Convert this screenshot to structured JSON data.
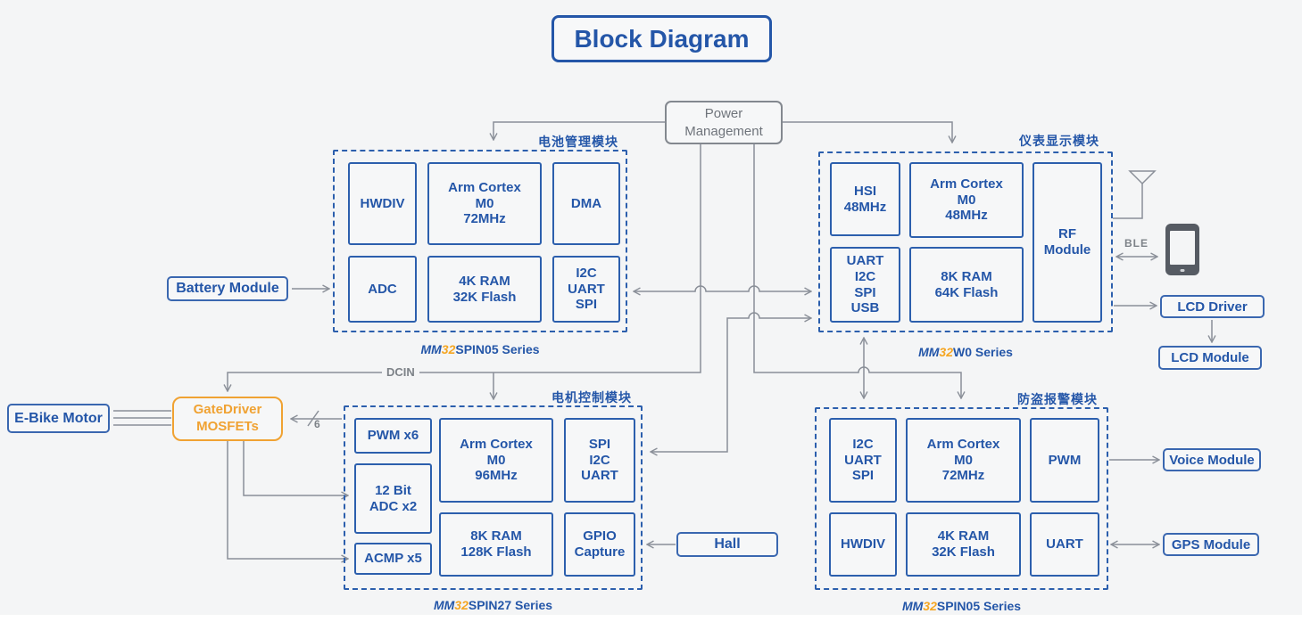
{
  "title": "Block Diagram",
  "power_management": {
    "label": "Power\nManagement"
  },
  "colors": {
    "accent_blue": "#2456a8",
    "accent_orange": "#f5a623",
    "line_gray": "#8a8f98"
  },
  "modules": {
    "battery": {
      "name_cn": "电池管理模块",
      "series": {
        "mm": "MM",
        "num": "32",
        "rest": "SPIN05 Series"
      },
      "cells": {
        "hwdiv": "HWDIV",
        "cortex": "Arm Cortex\nM0\n72MHz",
        "dma": "DMA",
        "adc": "ADC",
        "ram": "4K RAM\n32K Flash",
        "comm": "I2C\nUART\nSPI"
      }
    },
    "display": {
      "name_cn": "仪表显示模块",
      "series": {
        "mm": "MM",
        "num": "32",
        "rest": "W0 Series"
      },
      "cells": {
        "hsi": "HSI\n48MHz",
        "cortex": "Arm Cortex\nM0\n48MHz",
        "rf": "RF\nModule",
        "comm": "UART\nI2C\nSPI\nUSB",
        "ram": "8K RAM\n64K Flash"
      }
    },
    "motor": {
      "name_cn": "电机控制模块",
      "series": {
        "mm": "MM",
        "num": "32",
        "rest": "SPIN27 Series"
      },
      "cells": {
        "pwm": "PWM x6",
        "adc": "12 Bit\nADC x2",
        "acmp": "ACMP x5",
        "cortex": "Arm Cortex\nM0\n96MHz",
        "ram": "8K RAM\n128K Flash",
        "comm": "SPI\nI2C\nUART",
        "gpio": "GPIO\nCapture"
      }
    },
    "alarm": {
      "name_cn": "防盗报警模块",
      "series": {
        "mm": "MM",
        "num": "32",
        "rest": "SPIN05 Series"
      },
      "cells": {
        "comm": "I2C\nUART\nSPI",
        "cortex": "Arm Cortex\nM0\n72MHz",
        "pwm": "PWM",
        "hwdiv": "HWDIV",
        "ram": "4K RAM\n32K Flash",
        "uart": "UART"
      }
    }
  },
  "external": {
    "battery_module": "Battery Module",
    "ebike_motor": "E-Bike Motor",
    "gate_driver": "GateDriver\nMOSFETs",
    "hall": "Hall",
    "lcd_driver": "LCD Driver",
    "lcd_module": "LCD Module",
    "voice_module": "Voice Module",
    "gps_module": "GPS Module"
  },
  "wire_labels": {
    "dcin": "DCIN",
    "ble": "BLE",
    "bus6": "6"
  }
}
